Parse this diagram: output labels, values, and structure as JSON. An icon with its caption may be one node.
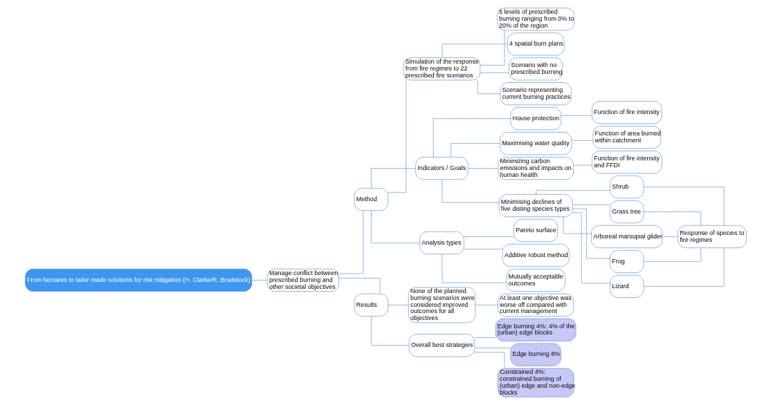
{
  "diagram": {
    "nodes": [
      {
        "text": [
          "From hectares to tailor made solutions for risk mitigation (H. Clarke/R. Bradstock)"
        ]
      },
      {
        "text": [
          "Manage conflict between prescribed burning and other societal objectives"
        ]
      },
      {
        "text": [
          "Method"
        ]
      },
      {
        "text": [
          "Simulation of the response from fire regimes to 22 prescribed fire scenarios"
        ]
      },
      {
        "text": [
          "5 levels of prescribed burning ranging from 0% to 20% of the region"
        ]
      },
      {
        "text": [
          "4 spatial burn plans"
        ]
      },
      {
        "text": [
          "Scenario with no prescribed burning"
        ]
      },
      {
        "text": [
          "Scenario representing current burning practices"
        ]
      },
      {
        "text": [
          "Indicators / Goals"
        ]
      },
      {
        "text": [
          "House protection"
        ]
      },
      {
        "text": [
          "Function of fire intensity"
        ]
      },
      {
        "text": [
          "Maximising water quality"
        ]
      },
      {
        "text": [
          "Function of area burned within catchment"
        ]
      },
      {
        "text": [
          "Minimizing carbon emissions and impacts on human health"
        ]
      },
      {
        "text": [
          "Function of fire intensity and FFDI"
        ]
      },
      {
        "text": [
          "Minimising declines of five disting species types"
        ]
      },
      {
        "text": [
          "Shrub"
        ]
      },
      {
        "text": [
          "Grass tree"
        ]
      },
      {
        "text": [
          "Arboreal marsupial glider"
        ]
      },
      {
        "text": [
          "Frog"
        ]
      },
      {
        "text": [
          "Lizard"
        ]
      },
      {
        "text": [
          "Response of species to fire regimes"
        ]
      },
      {
        "text": [
          "Analysis types"
        ]
      },
      {
        "text": [
          "Pareto surface"
        ]
      },
      {
        "text": [
          "Additive robust method"
        ]
      },
      {
        "text": [
          "Mutually acceptable outcomes"
        ]
      },
      {
        "text": [
          "Results"
        ]
      },
      {
        "text": [
          "None of the planned burning scenarios were considered improved outcomes for all objectives"
        ]
      },
      {
        "text": [
          "At least one objective was worse off compared with current management"
        ]
      },
      {
        "text": [
          "Overall best strategies"
        ]
      },
      {
        "text": [
          "Edge burning 4%: 4% of the (urban) edge blocks"
        ]
      },
      {
        "text": [
          "Edge burning 8%"
        ]
      },
      {
        "text": [
          "Constrained 4%: constrained burning of (urban) edge and non-edge blocks"
        ]
      }
    ],
    "edges": [
      {
        "from": 0,
        "to": 1,
        "arrow": "none"
      },
      {
        "from": 1,
        "to": 2,
        "arrow": "none"
      },
      {
        "from": 2,
        "to": 3,
        "arrow": "none"
      },
      {
        "from": 3,
        "to": 4,
        "arrow": "none"
      },
      {
        "from": 3,
        "to": 5,
        "arrow": "none"
      },
      {
        "from": 3,
        "to": 6,
        "arrow": "none"
      },
      {
        "from": 3,
        "to": 7,
        "arrow": "none"
      },
      {
        "from": 2,
        "to": 8,
        "arrow": "none"
      },
      {
        "from": 8,
        "to": 9,
        "arrow": "none"
      },
      {
        "from": 9,
        "to": 10,
        "arrow": "none"
      },
      {
        "from": 8,
        "to": 11,
        "arrow": "none"
      },
      {
        "from": 11,
        "to": 12,
        "arrow": "none"
      },
      {
        "from": 8,
        "to": 13,
        "arrow": "none"
      },
      {
        "from": 13,
        "to": 14,
        "arrow": "none"
      },
      {
        "from": 8,
        "to": 15,
        "arrow": "none"
      },
      {
        "from": 15,
        "to": 16,
        "arrow": "none"
      },
      {
        "from": 15,
        "to": 17,
        "arrow": "none"
      },
      {
        "from": 15,
        "to": 18,
        "arrow": "none"
      },
      {
        "from": 15,
        "to": 19,
        "arrow": "none"
      },
      {
        "from": 15,
        "to": 20,
        "arrow": "none"
      },
      {
        "from": 16,
        "to": 21,
        "arrow": "none"
      },
      {
        "from": 17,
        "to": 21,
        "arrow": "none"
      },
      {
        "from": 18,
        "to": 21,
        "arrow": "none"
      },
      {
        "from": 19,
        "to": 21,
        "arrow": "none"
      },
      {
        "from": 20,
        "to": 21,
        "arrow": "none"
      },
      {
        "from": 2,
        "to": 22,
        "arrow": "none"
      },
      {
        "from": 22,
        "to": 23,
        "arrow": "none"
      },
      {
        "from": 22,
        "to": 24,
        "arrow": "none"
      },
      {
        "from": 22,
        "to": 25,
        "arrow": "none"
      },
      {
        "from": 1,
        "to": 26,
        "arrow": "none"
      },
      {
        "from": 26,
        "to": 27,
        "arrow": "none"
      },
      {
        "from": 27,
        "to": 28,
        "arrow": "none"
      },
      {
        "from": 26,
        "to": 29,
        "arrow": "none"
      },
      {
        "from": 29,
        "to": 30,
        "arrow": "none"
      },
      {
        "from": 29,
        "to": 31,
        "arrow": "none"
      },
      {
        "from": 29,
        "to": 32,
        "arrow": "none"
      }
    ]
  }
}
